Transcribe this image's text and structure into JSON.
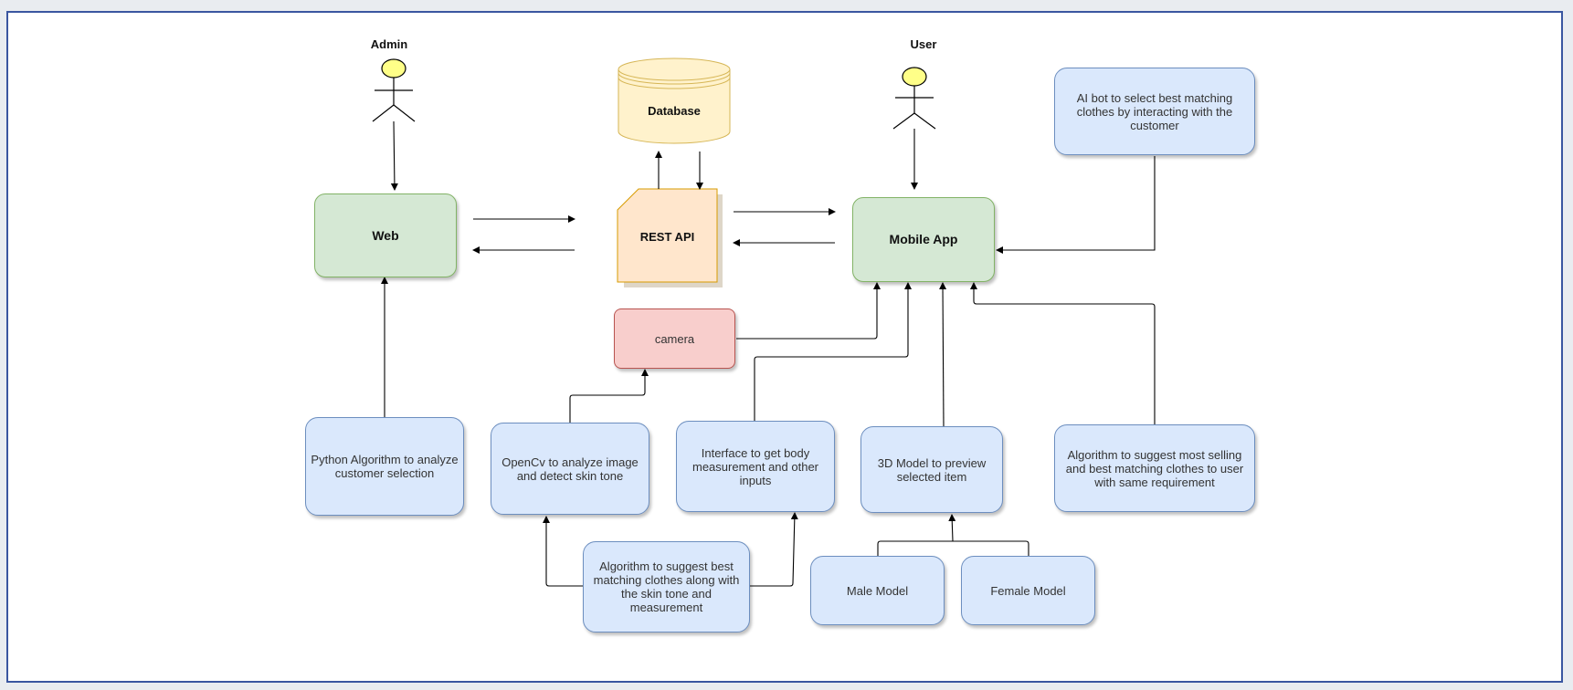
{
  "actors": {
    "admin": "Admin",
    "user": "User"
  },
  "nodes": {
    "database": "Database",
    "rest_api": "REST API",
    "web": "Web",
    "mobile_app": "Mobile App",
    "camera": "camera",
    "ai_bot": "AI bot to select best matching clothes by interacting with the customer",
    "python_algorithm": "Python Algorithm to analyze customer selection",
    "opencv": "OpenCv to analyze image and detect skin tone",
    "body_interface": "Interface to get body measurement and other inputs",
    "model_3d": "3D Model to preview selected item",
    "suggest_selling": "Algorithm to suggest most selling and best matching clothes to user with same requirement",
    "suggest_skin": "Algorithm to suggest best matching clothes along with the skin tone and measurement",
    "male_model": "Male Model",
    "female_model": "Female Model"
  },
  "colors": {
    "frame_border": "#3a56a0",
    "blue_fill": "#dae8fc",
    "green_fill": "#d5e8d4",
    "red_fill": "#f8cecc",
    "db_fill": "#fff2cc",
    "api_fill": "#ffe6cc",
    "actor_head": "#ffff88",
    "edge": "#000000"
  }
}
